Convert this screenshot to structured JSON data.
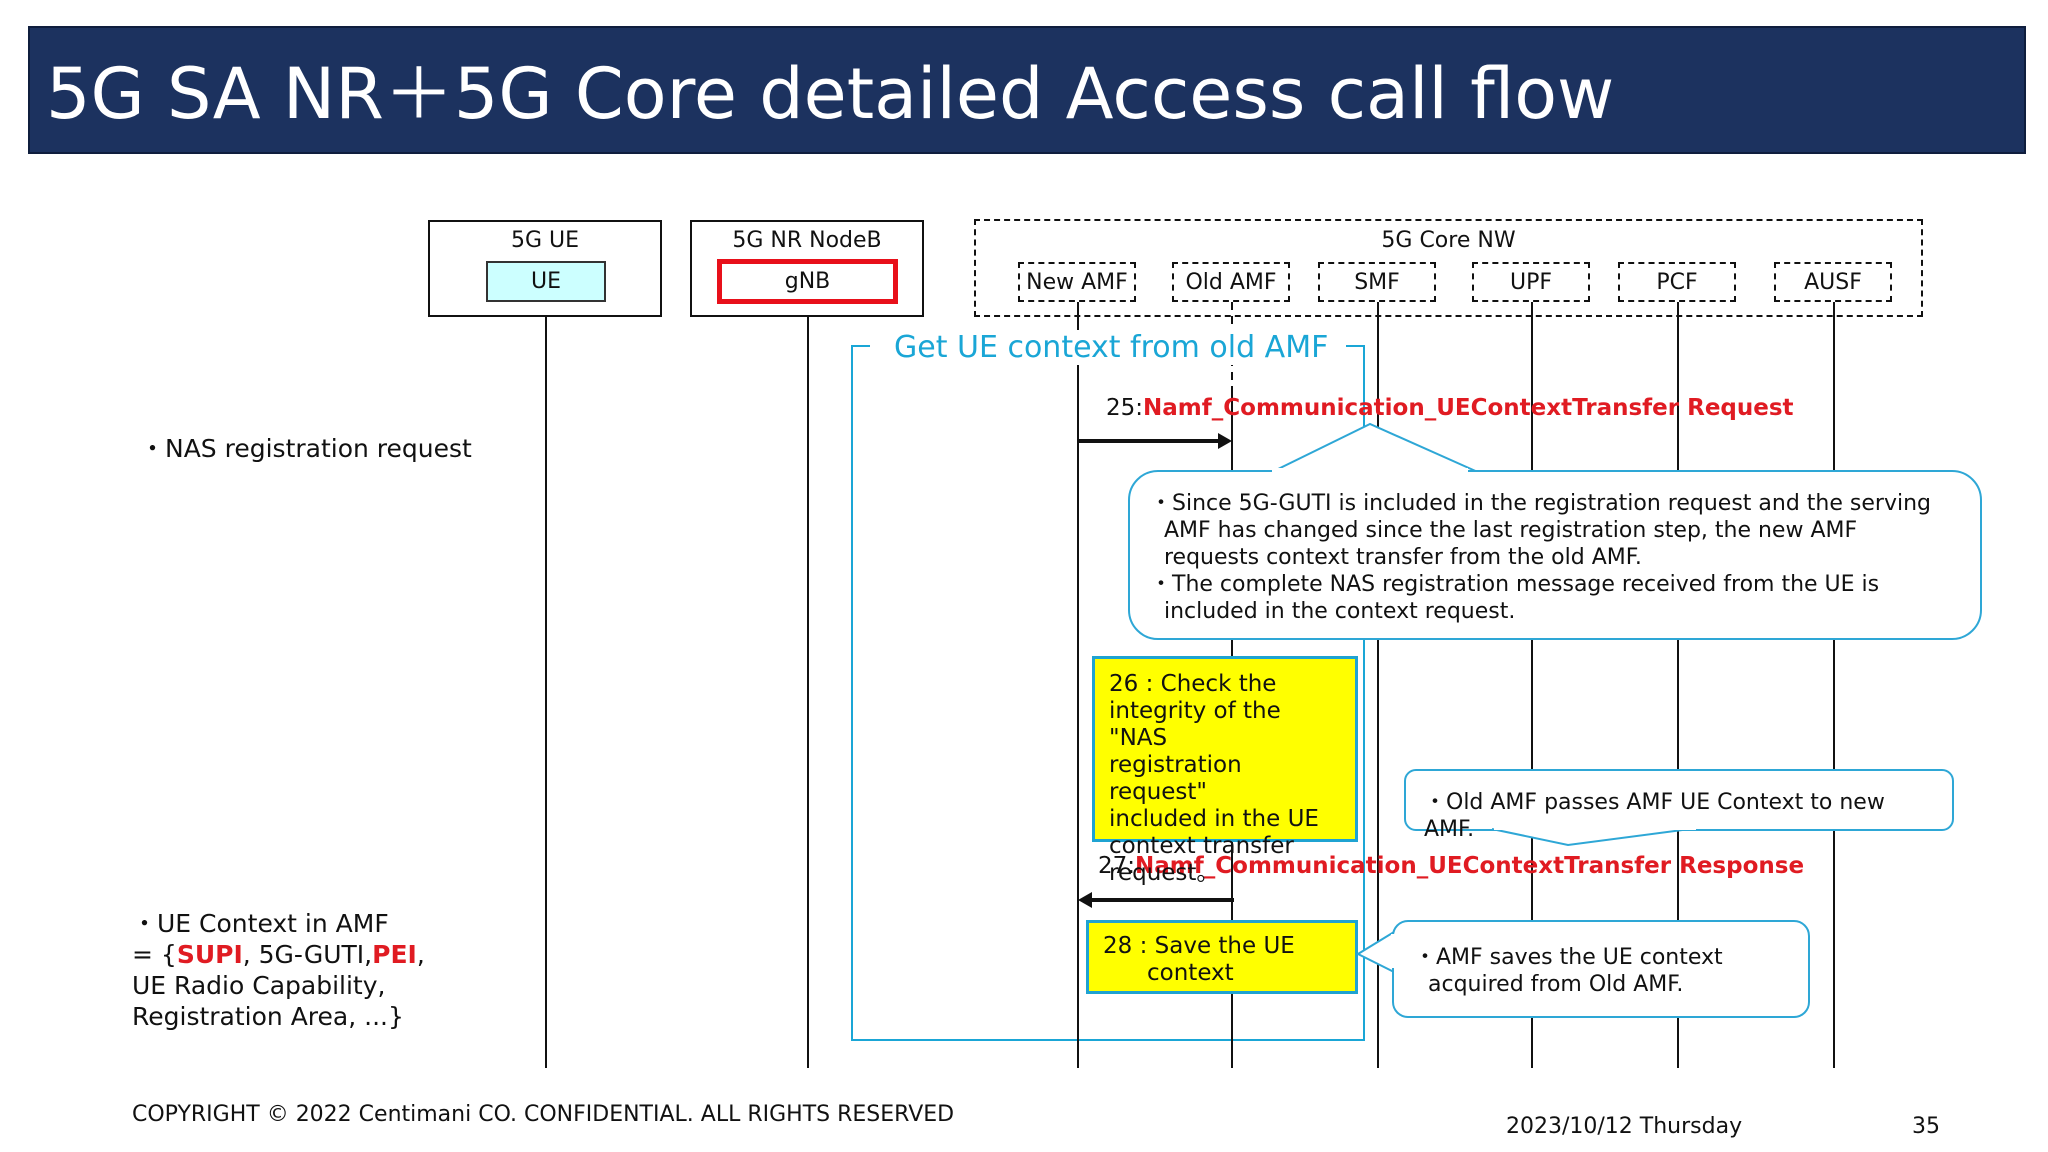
{
  "title": "5G SA NR＋5G Core detailed Access call flow",
  "entities": {
    "ue_group": "5G  UE",
    "ue": "UE",
    "gnb_group": "5G NR NodeB",
    "gnb": "gNB",
    "core_group": "5G Core NW",
    "new_amf": "New AMF",
    "old_amf": "Old AMF",
    "smf": "SMF",
    "upf": "UPF",
    "pcf": "PCF",
    "ausf": "AUSF"
  },
  "group_title": "Get UE context from old AMF",
  "left_notes": {
    "nas_request": "・NAS registration request",
    "ue_context_l1": "・UE Context in AMF",
    "ue_context_l2_a": "= {",
    "ue_context_supi": "SUPI",
    "ue_context_l2_b": ", 5G-GUTI,",
    "ue_context_pei": "PEI",
    "ue_context_l2_c": ",",
    "ue_context_l3": "UE Radio Capability,",
    "ue_context_l4": "Registration  Area, ...}"
  },
  "messages": {
    "m25_num": "25:",
    "m25_name": "Namf_Communication_UEContextTransfer Request",
    "m27_num": "27:",
    "m27_name": "Namf_Communication_UEContextTransfer Response"
  },
  "callouts": {
    "c1_l1": "・Since 5G-GUTI is included in the registration request and the serving",
    "c1_l2": "AMF has changed since the last registration step, the new AMF",
    "c1_l3": "requests context transfer from the old AMF.",
    "c1_l4": "・The complete NAS registration message received from the UE is",
    "c1_l5": "included in the context request.",
    "c2": "・Old AMF passes AMF UE Context to new AMF.",
    "c3_l1": "・AMF saves the UE context",
    "c3_l2": "acquired from Old AMF."
  },
  "steps": {
    "s26_l1": "26 : Check the",
    "s26_l2": "integrity of the \"NAS",
    "s26_l3": "registration request\"",
    "s26_l4": "included in the UE",
    "s26_l5": "context transfer",
    "s26_l6": "request。",
    "s28_l1": "28 : Save the UE",
    "s28_l2": "context"
  },
  "footer": {
    "copyright": "COPYRIGHT © 2022 Centimani CO. CONFIDENTIAL. ALL RIGHTS RESERVED",
    "date": "2023/10/12 Thursday",
    "page": "35"
  }
}
